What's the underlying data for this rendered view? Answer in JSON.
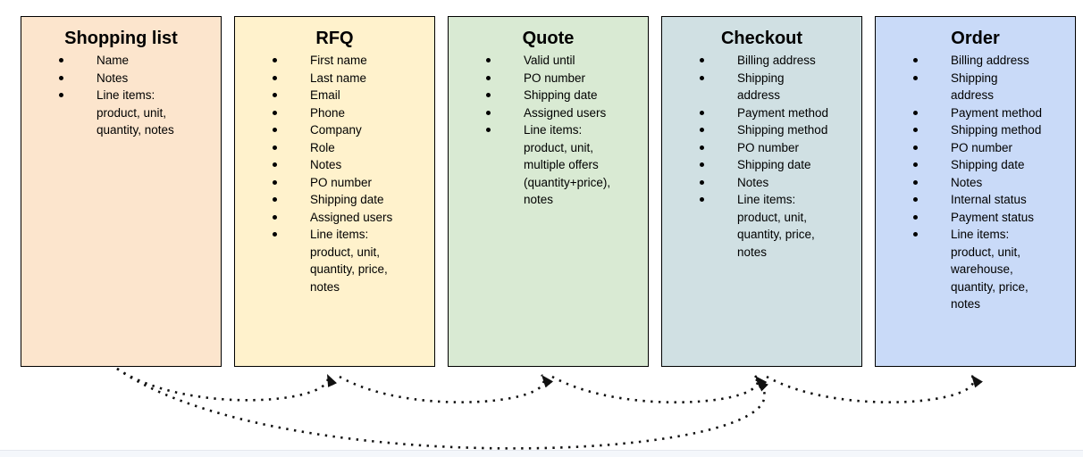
{
  "cards": [
    {
      "title": "Shopping list",
      "color": "#FCE5CD",
      "items": [
        [
          "Name"
        ],
        [
          "Notes"
        ],
        [
          "Line items:",
          "product, unit,",
          "quantity, notes"
        ]
      ]
    },
    {
      "title": "RFQ",
      "color": "#FFF2CC",
      "items": [
        [
          "First name"
        ],
        [
          "Last name"
        ],
        [
          "Email"
        ],
        [
          "Phone"
        ],
        [
          "Company"
        ],
        [
          "Role"
        ],
        [
          "Notes"
        ],
        [
          "PO number"
        ],
        [
          "Shipping date"
        ],
        [
          "Assigned users"
        ],
        [
          "Line items:",
          "product, unit,",
          "quantity, price,",
          "notes"
        ]
      ]
    },
    {
      "title": "Quote",
      "color": "#D9EAD3",
      "items": [
        [
          "Valid until"
        ],
        [
          "PO number"
        ],
        [
          "Shipping date"
        ],
        [
          "Assigned users"
        ],
        [
          "Line items:",
          "product, unit,",
          "multiple offers",
          "(quantity+price),",
          "notes"
        ]
      ]
    },
    {
      "title": "Checkout",
      "color": "#D0E0E3",
      "items": [
        [
          "Billing address"
        ],
        [
          "Shipping",
          "address"
        ],
        [
          "Payment method"
        ],
        [
          "Shipping method"
        ],
        [
          "PO number"
        ],
        [
          "Shipping date"
        ],
        [
          "Notes"
        ],
        [
          "Line items:",
          "product, unit,",
          "quantity, price,",
          "notes"
        ]
      ]
    },
    {
      "title": "Order",
      "color": "#C9DAF8",
      "items": [
        [
          "Billing address"
        ],
        [
          "Shipping",
          "address"
        ],
        [
          "Payment method"
        ],
        [
          "Shipping method"
        ],
        [
          "PO number"
        ],
        [
          "Shipping date"
        ],
        [
          "Notes"
        ],
        [
          "Internal status"
        ],
        [
          "Payment status"
        ],
        [
          "Line items:",
          "product, unit,",
          "warehouse,",
          "quantity, price,",
          "notes"
        ]
      ]
    }
  ],
  "arrows": [
    {
      "from": "Shopping list",
      "to": "RFQ"
    },
    {
      "from": "RFQ",
      "to": "Quote"
    },
    {
      "from": "Quote",
      "to": "Checkout"
    },
    {
      "from": "Checkout",
      "to": "Order"
    },
    {
      "from": "Shopping list",
      "to": "Checkout"
    }
  ],
  "colors": {
    "card_border": "#000000",
    "arrow": "#111111",
    "page_background": "#ffffff",
    "bottom_band": "#f4f7fb"
  }
}
